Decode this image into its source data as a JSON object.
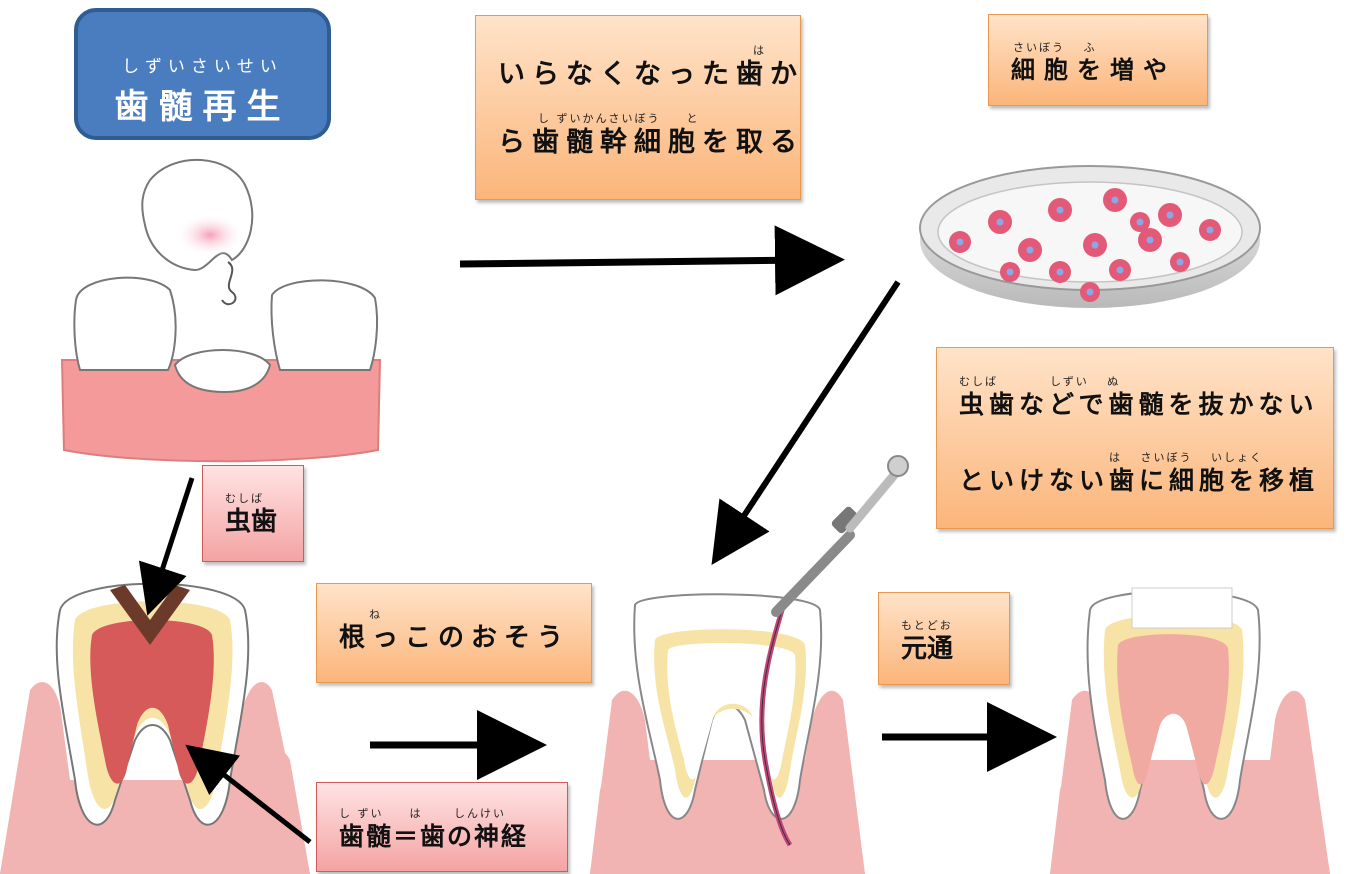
{
  "title": {
    "ruby": "しずいさいせい",
    "text": "歯髄再生"
  },
  "step1": {
    "line1_ruby": "は",
    "line1": "いらなくなった歯か",
    "line2_ruby": "し ずいかんさいぼう　　と",
    "line2": "ら歯髄幹細胞を取る"
  },
  "step2": {
    "ruby": "さいぼう　 ふ",
    "text": "細胞を増や"
  },
  "step3": {
    "line1_ruby": "むしば　　　　しずい　 ぬ",
    "line1": "虫歯などで歯髄を抜かない",
    "line2_ruby": "は　 さいぼう　 いしょく",
    "line2": "といけない歯に細胞を移植"
  },
  "label_mushiba": {
    "ruby": "むしば",
    "text": "虫歯"
  },
  "label_root": {
    "ruby": "ね",
    "text": "根っこのおそう"
  },
  "label_restore": {
    "ruby": "もとどお",
    "text": "元通"
  },
  "label_pulp": {
    "ruby": "し ずい　　は　　 しんけい",
    "text": "歯髄＝歯の神経"
  },
  "colors": {
    "title_bg": "#4a7dbf",
    "label_orange": "#fbb57a",
    "label_pink": "#f4a3a3",
    "gum": "#f2b3b3",
    "pulp": "#d65a5a",
    "dentin": "#f7e3a6"
  },
  "icons": [
    "extracted-tooth-illustration",
    "petri-dish-illustration",
    "decayed-tooth-illustration",
    "root-canal-file-illustration",
    "restored-tooth-illustration"
  ]
}
